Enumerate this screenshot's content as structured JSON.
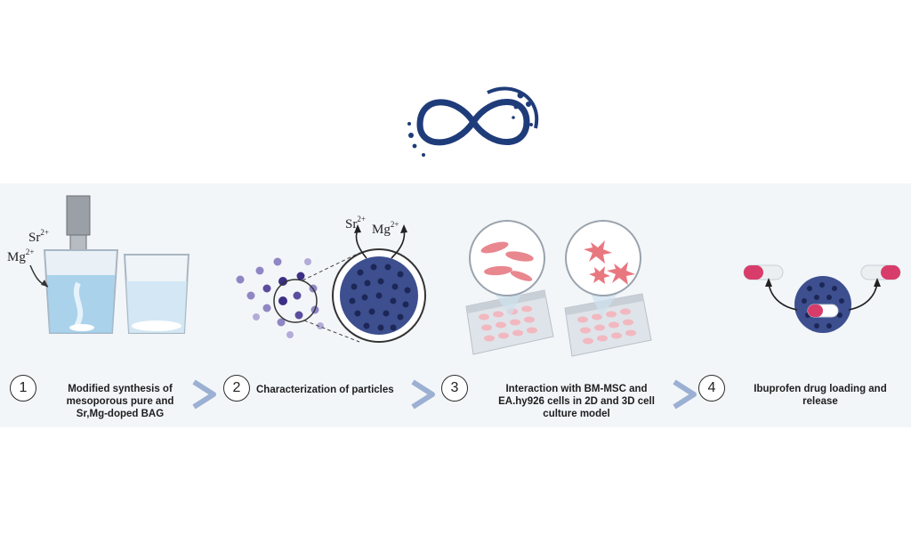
{
  "steps": [
    {
      "number": "1",
      "text": [
        "Modified  synthesis of",
        "mesoporous pure and",
        "Sr,Mg-doped BAG"
      ]
    },
    {
      "number": "2",
      "text": [
        "Characterization of particles"
      ]
    },
    {
      "number": "3",
      "text": [
        "Interaction with BM-MSC and",
        "EA.hy926 cells in 2D and 3D cell",
        "culture model"
      ]
    },
    {
      "number": "4",
      "text": [
        "Ibuprofen drug loading and",
        "release"
      ]
    }
  ],
  "ions": {
    "sr": "Sr",
    "sr_charge": "2+",
    "mg": "Mg",
    "mg_charge": "2+"
  },
  "colors": {
    "navy": "#1f3c7a",
    "particle": "#3d4f8f",
    "particle_dots": "#1c2757",
    "water": "#bfe0f2",
    "cell_pink": "#e9a0a8",
    "capsule_pink": "#d83c6a",
    "chevron": "#9bb0d3"
  }
}
